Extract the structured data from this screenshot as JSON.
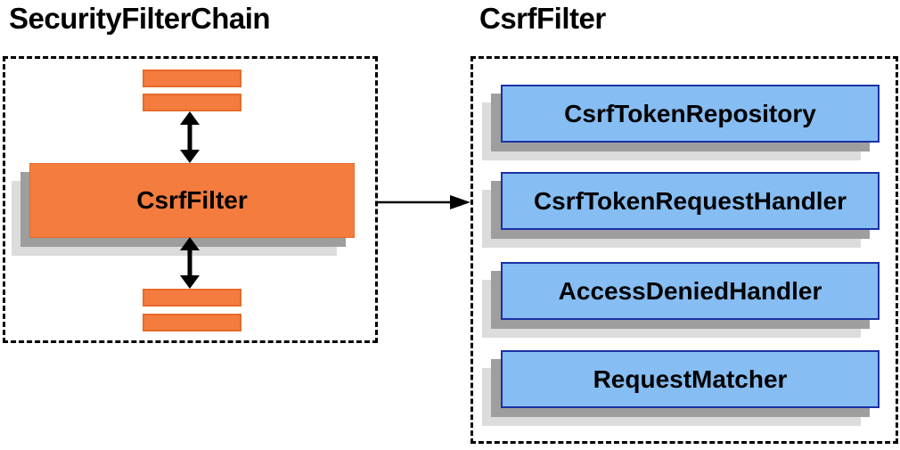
{
  "colors": {
    "orange_fill": "#f37c3e",
    "orange_border": "#e8692b",
    "blue_fill": "#86bdf2",
    "blue_border": "#1b31a5",
    "shadow_dark": "#9e9e9e",
    "shadow_light": "#dcdcdc",
    "arrow_black": "#000000"
  },
  "left_panel": {
    "title": "SecurityFilterChain",
    "csrf_filter_label": "CsrfFilter"
  },
  "right_panel": {
    "title": "CsrfFilter",
    "components": [
      {
        "label": "CsrfTokenRepository"
      },
      {
        "label": "CsrfTokenRequestHandler"
      },
      {
        "label": "AccessDeniedHandler"
      },
      {
        "label": "RequestMatcher"
      }
    ]
  }
}
